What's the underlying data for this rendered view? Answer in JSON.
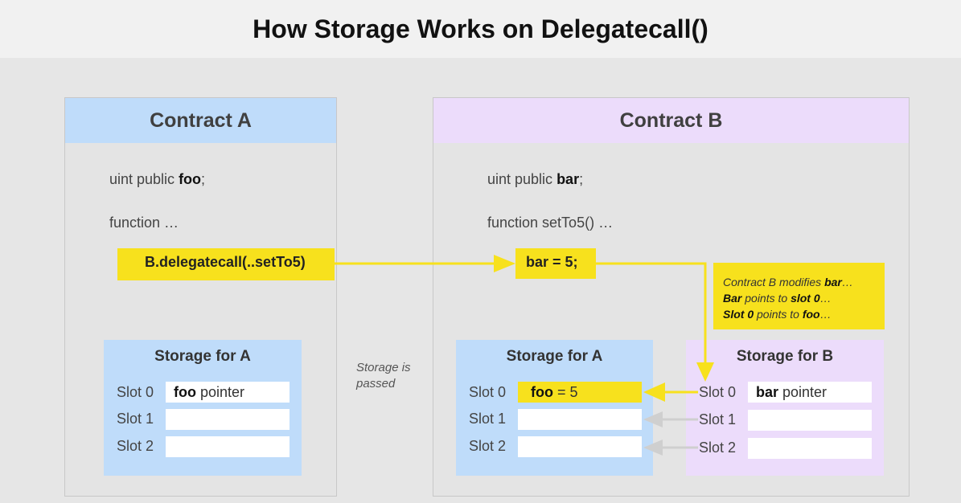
{
  "title": "How Storage Works on Delegatecall()",
  "contract_a": {
    "header": "Contract A",
    "line_var_prefix": "uint public ",
    "line_var_name": "foo",
    "line_var_suffix": ";",
    "line_func": "function …",
    "delegate_call": "B.delegatecall(..setTo5)",
    "storage": {
      "title": "Storage for A",
      "slots": [
        {
          "label": "Slot 0",
          "value_bold": "foo",
          "value_rest": " pointer"
        },
        {
          "label": "Slot 1",
          "value_bold": "",
          "value_rest": ""
        },
        {
          "label": "Slot 2",
          "value_bold": "",
          "value_rest": ""
        }
      ]
    }
  },
  "storage_passed_note": {
    "line1": "Storage is",
    "line2": "passed"
  },
  "contract_b": {
    "header": "Contract B",
    "line_var_prefix": "uint public ",
    "line_var_name": "bar",
    "line_var_suffix": ";",
    "line_func": "function setTo5() …",
    "assign": "bar = 5;",
    "note": {
      "l1_text": "Contract B modifies ",
      "l1_bold": "bar",
      "l1_end": "…",
      "l2_bold": "Bar",
      "l2_text": " points to ",
      "l2_bold2": "slot 0",
      "l2_end": "…",
      "l3_bold": "Slot 0",
      "l3_text": " points to ",
      "l3_bold2": "foo",
      "l3_end": "…"
    },
    "storage_a": {
      "title": "Storage for A",
      "slots": [
        {
          "label": "Slot 0",
          "value_bold": "foo",
          "value_rest": " = 5"
        },
        {
          "label": "Slot 1",
          "value_bold": "",
          "value_rest": ""
        },
        {
          "label": "Slot 2",
          "value_bold": "",
          "value_rest": ""
        }
      ]
    },
    "storage_b": {
      "title": "Storage for B",
      "slots": [
        {
          "label": "Slot 0",
          "value_bold": "bar",
          "value_rest": " pointer"
        },
        {
          "label": "Slot 1",
          "value_bold": "",
          "value_rest": ""
        },
        {
          "label": "Slot 2",
          "value_bold": "",
          "value_rest": ""
        }
      ]
    }
  },
  "colors": {
    "highlight": "#f7e11d",
    "contract_a_header": "#bfdcfa",
    "contract_b_header": "#ecdcfb",
    "storage_a": "#bfdcfa",
    "storage_b": "#ecdcfb",
    "grey_arrow": "#cfcfcf"
  }
}
